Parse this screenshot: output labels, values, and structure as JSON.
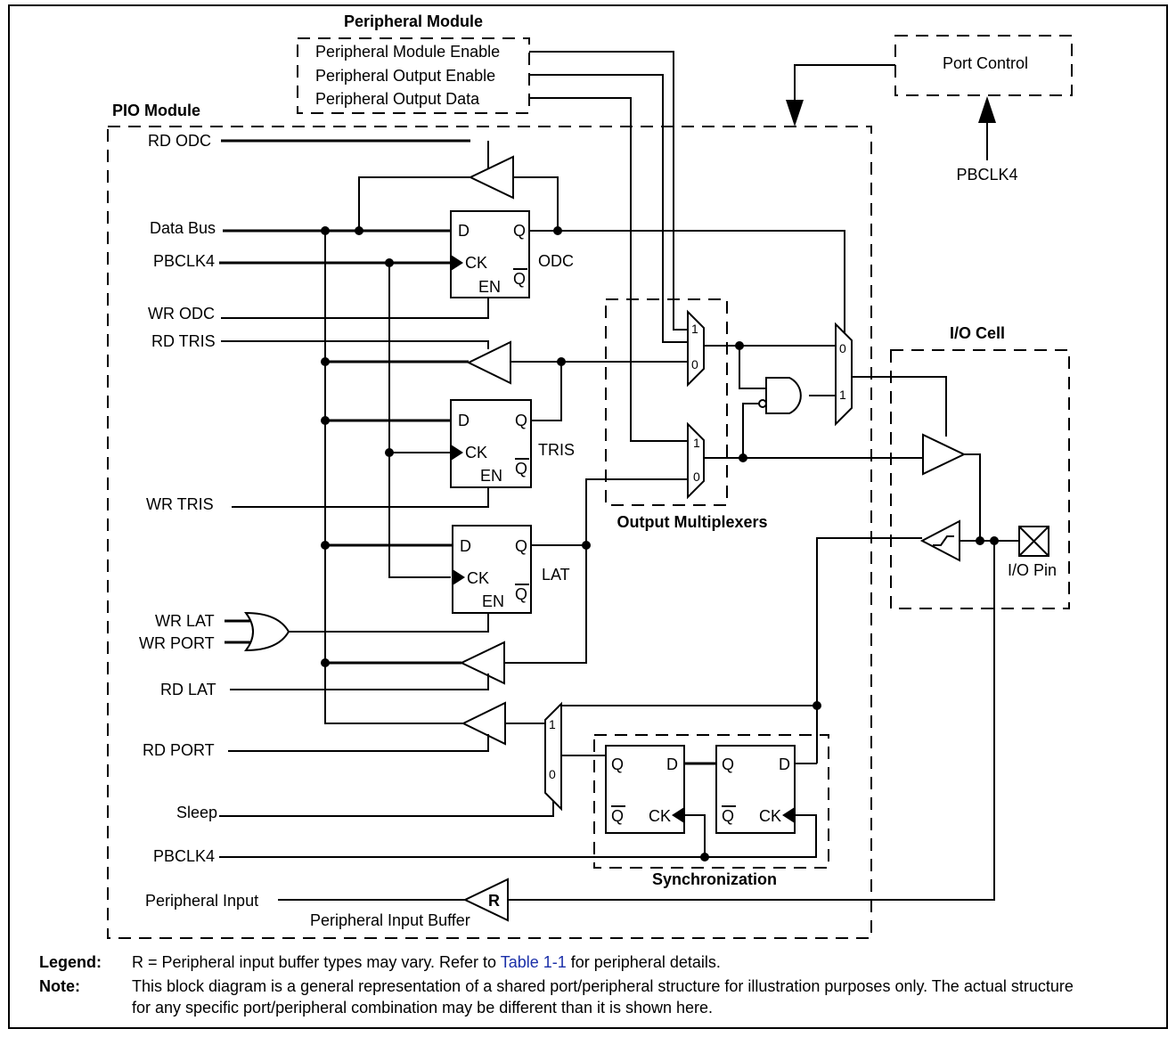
{
  "peripheral_module": {
    "title": "Peripheral Module",
    "signals": [
      "Peripheral Module Enable",
      "Peripheral Output Enable",
      "Peripheral Output Data"
    ]
  },
  "port_control": {
    "title": "Port Control",
    "clock": "PBCLK4"
  },
  "pio_module": {
    "title": "PIO Module",
    "inputs": {
      "rd_odc": "RD ODC",
      "data_bus": "Data Bus",
      "pbclk4_top": "PBCLK4",
      "wr_odc": "WR ODC",
      "rd_tris": "RD TRIS",
      "wr_tris": "WR TRIS",
      "wr_lat": "WR LAT",
      "wr_port": "WR PORT",
      "rd_lat": "RD LAT",
      "rd_port": "RD PORT",
      "sleep": "Sleep",
      "pbclk4_bottom": "PBCLK4",
      "peripheral_input": "Peripheral Input"
    },
    "registers": [
      "ODC",
      "TRIS",
      "LAT"
    ],
    "ff_pins": {
      "d": "D",
      "q": "Q",
      "qbar": "Q",
      "ck": "CK",
      "en": "EN"
    },
    "mux_inputs": {
      "one": "1",
      "zero": "0"
    },
    "buffer_r": "R",
    "peripheral_input_buffer": "Peripheral Input Buffer"
  },
  "output_multiplexers": "Output Multiplexers",
  "synchronization": "Synchronization",
  "io_cell": {
    "title": "I/O Cell",
    "pin": "I/O Pin"
  },
  "legend": {
    "label": "Legend:",
    "text_before": "R = Peripheral input buffer types may vary. Refer to ",
    "link": "Table 1-1",
    "text_after": " for peripheral details."
  },
  "note": {
    "label": "Note:",
    "line1": "This block diagram is a general representation of a shared port/peripheral structure for illustration purposes only. The actual structure",
    "line2": "for any specific port/peripheral combination may be different than it is shown here."
  },
  "colors": {
    "link": "#1a2fa8",
    "line": "#000000"
  }
}
